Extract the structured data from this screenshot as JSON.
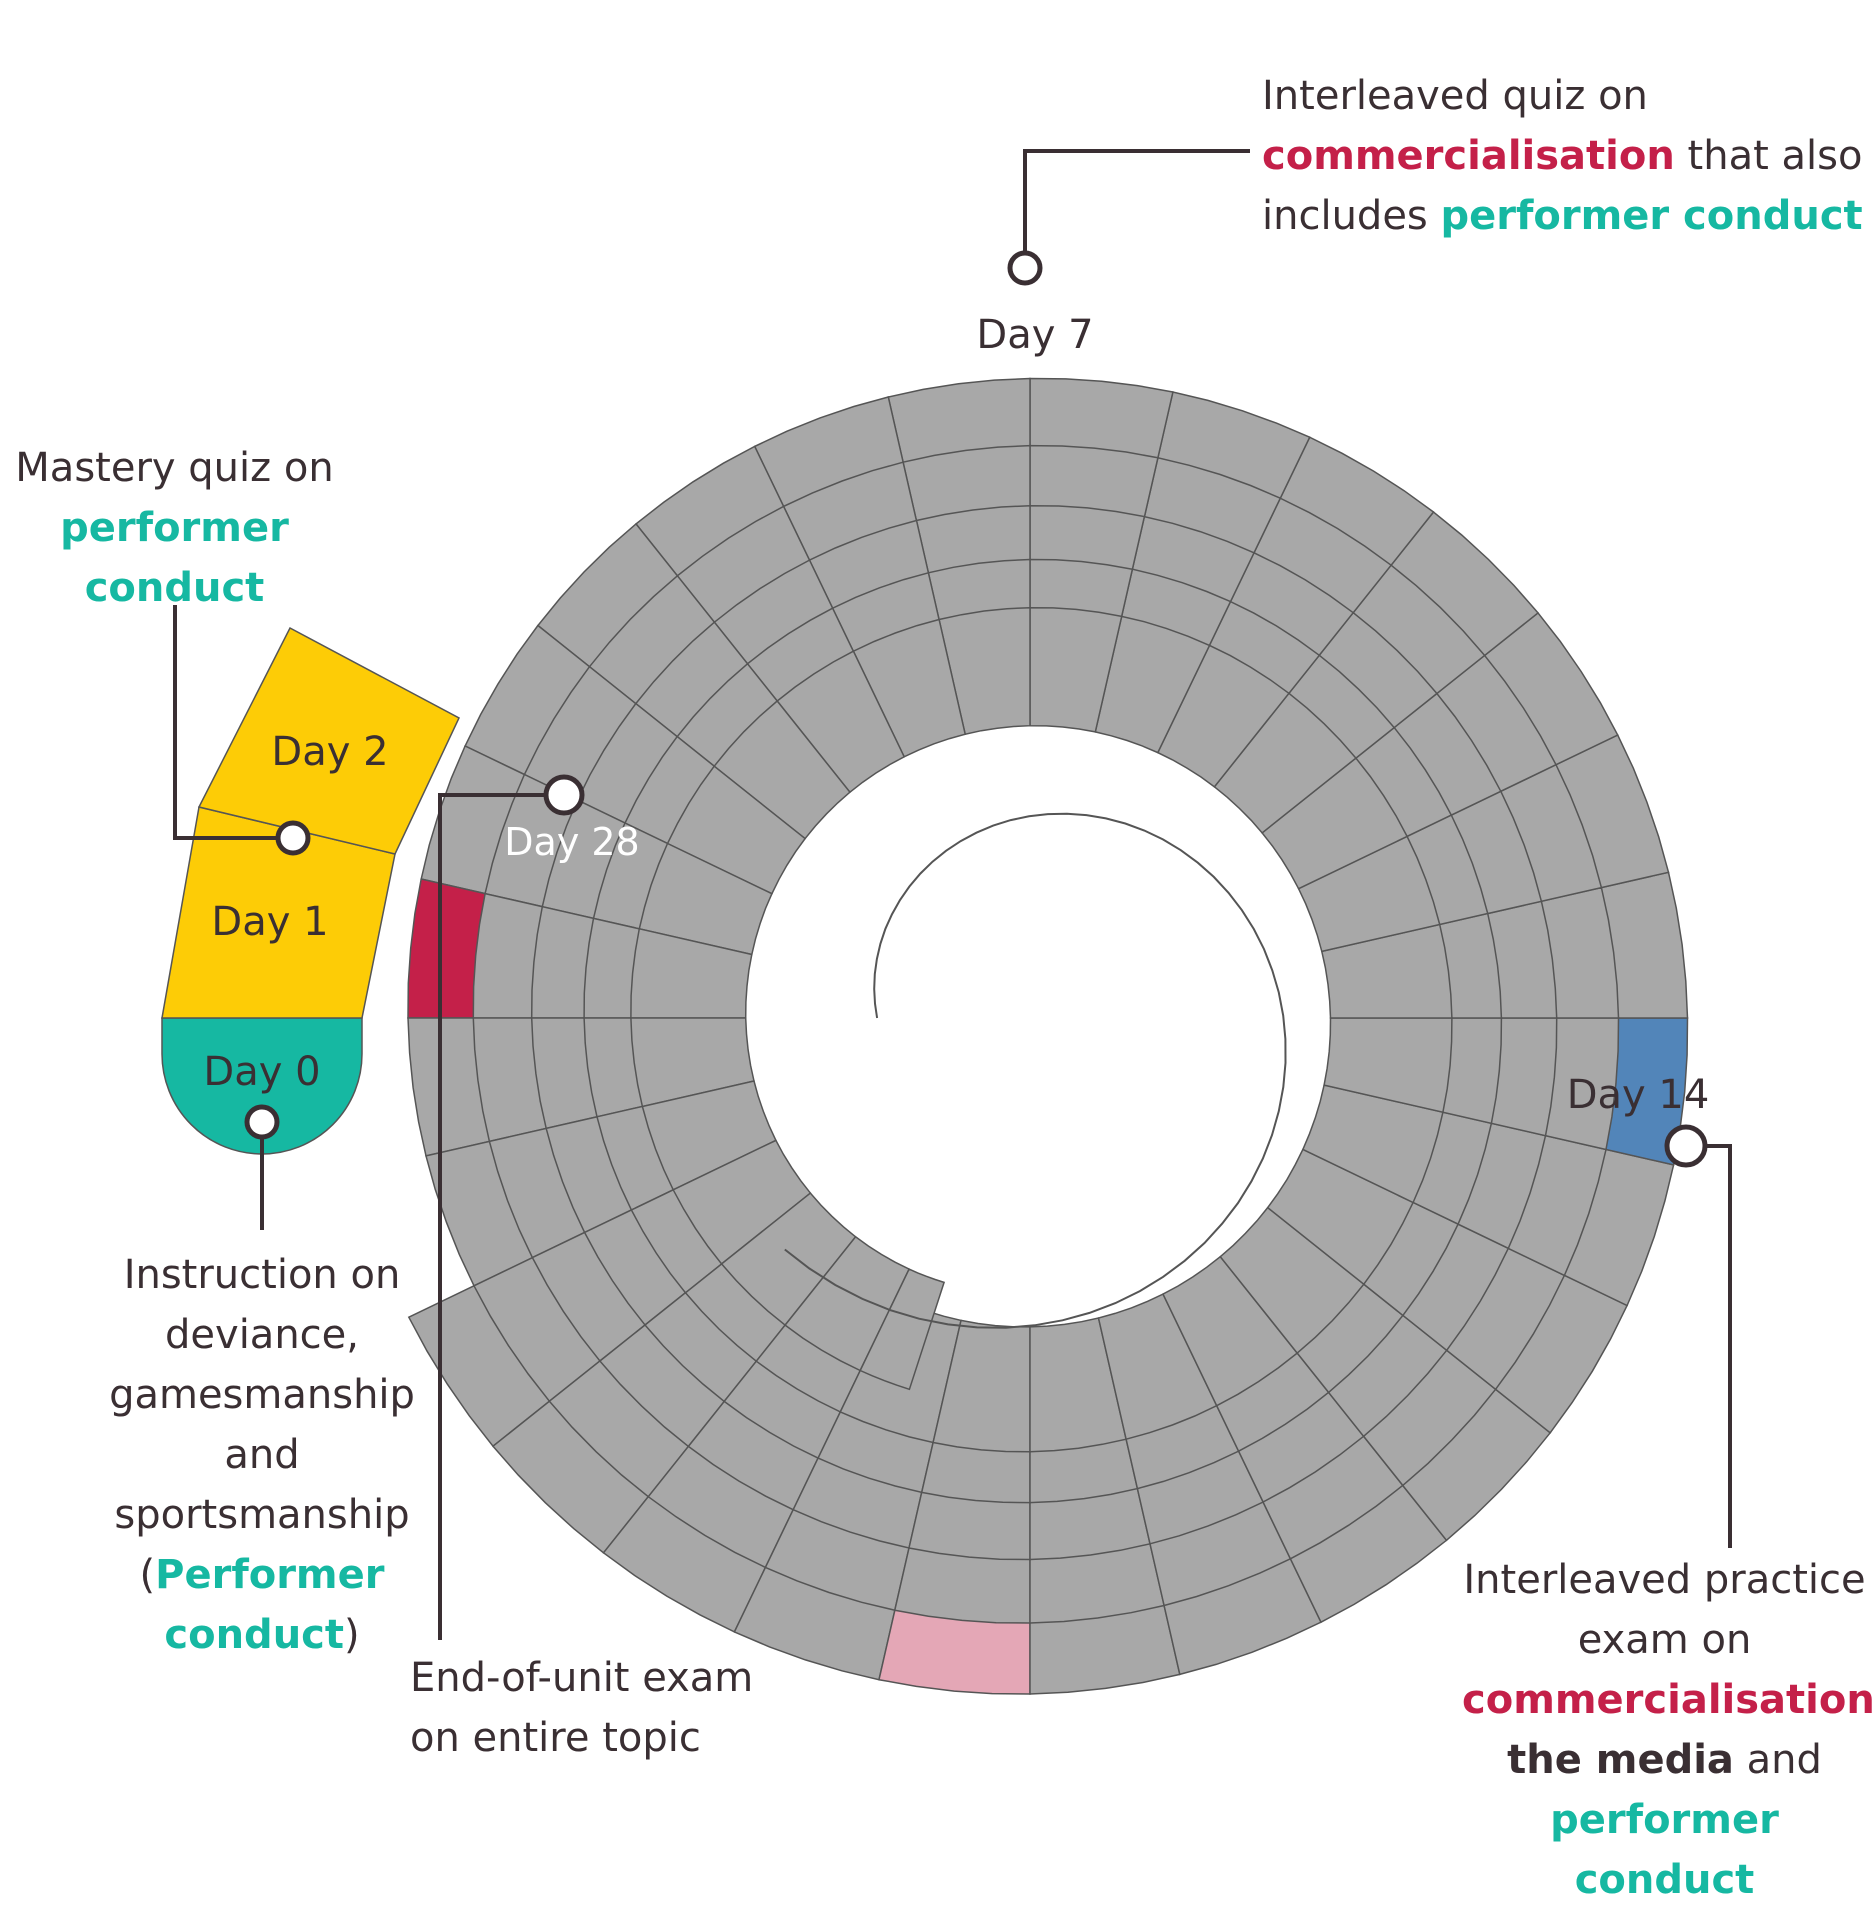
{
  "days": [
    {
      "key": "day0",
      "label": "Day 0",
      "color": "#16b8a2"
    },
    {
      "key": "day1",
      "label": "Day 1",
      "color": "#fdcc06"
    },
    {
      "key": "day2",
      "label": "Day 2",
      "color": "#fdcc06"
    },
    {
      "key": "day7",
      "label": "Day 7",
      "color": "#e4a7b6"
    },
    {
      "key": "day14",
      "label": "Day 14",
      "color": "#5285b9"
    },
    {
      "key": "day28",
      "label": "Day 28",
      "color": "#c42049"
    }
  ],
  "colors": {
    "segment": "#a8a8a8",
    "stroke": "#555555",
    "leader": "#3a2f33"
  },
  "annotations": {
    "day7": {
      "l1": "Interleaved quiz on",
      "l2a": "commercialisation",
      "l2b": " that also",
      "l3a": "includes ",
      "l3b": "performer conduct"
    },
    "mastery": {
      "l1": "Mastery quiz on",
      "l2": "performer",
      "l3": "conduct"
    },
    "day0": {
      "l1": "Instruction on",
      "l2": "deviance,",
      "l3": "gamesmanship",
      "l4": "and",
      "l5": "sportsmanship",
      "l6a": "(",
      "l6b": "Performer",
      "l7a": "conduct",
      "l7b": ")"
    },
    "day28": {
      "l1": "End-of-unit exam",
      "l2": "on entire topic"
    },
    "day14": {
      "l1": "Interleaved practice",
      "l2": "exam on",
      "l3a": "commercialisation",
      "l3b": ",",
      "l4a": "the media",
      "l4b": " and",
      "l5": "performer conduct"
    }
  }
}
